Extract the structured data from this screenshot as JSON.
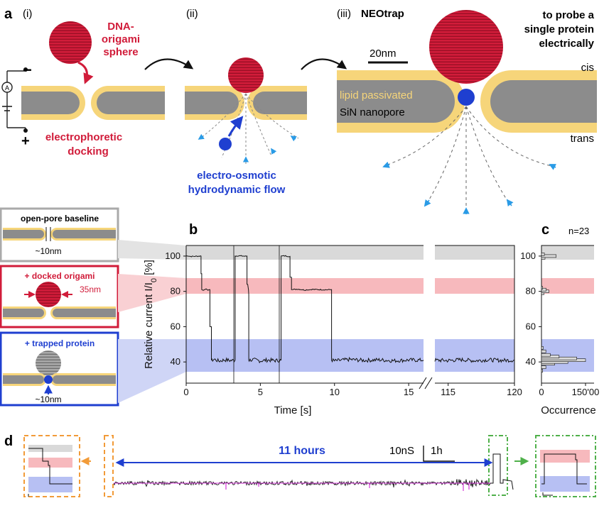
{
  "panel_a": {
    "letter": "a",
    "step_i": "(i)",
    "step_ii": "(ii)",
    "step_iii": "(iii)",
    "neotrap": "NEOtrap",
    "dna_line1": "DNA-",
    "dna_line2": "origami",
    "dna_line3": "sphere",
    "electrophoretic_line1": "electrophoretic",
    "electrophoretic_line2": "docking",
    "eo_line1": "electro-osmotic",
    "eo_line2": "hydrodynamic flow",
    "probe_line1": "to probe a",
    "probe_line2": "single protein",
    "probe_line3": "electrically",
    "cis": "cis",
    "trans": "trans",
    "scale_bar": "20nm",
    "lipid": "lipid passivated",
    "sin": "SiN nanopore",
    "minus": "−",
    "plus": "+",
    "ammeter": "A"
  },
  "insets": {
    "open_pore": "open-pore baseline",
    "open_size": "~10nm",
    "docked": "+ docked origami",
    "docked_size": "35nm",
    "trapped": "+ trapped protein",
    "trapped_size": "~10nm"
  },
  "chart_data": [
    {
      "type": "line",
      "panel": "b",
      "xlabel": "Time [s]",
      "ylabel": "Relative current I/I0 [%]",
      "ylabel_main": "Relative current I/I",
      "ylabel_sub": "0",
      "ylabel_tail": " [%]",
      "xticks_left": [
        "0",
        "5",
        "10",
        "15"
      ],
      "xticks_right": [
        "115",
        "120"
      ],
      "yticks": [
        "40",
        "60",
        "80",
        "100"
      ],
      "ylim": [
        28,
        106
      ],
      "levels": [
        {
          "name": "open-pore baseline",
          "value": 100
        },
        {
          "name": "docked origami",
          "value": 81
        },
        {
          "name": "trapped protein",
          "value": 41
        }
      ],
      "series": [
        {
          "x": [
            0,
            0.1,
            0.3,
            1.0,
            1.05,
            1.1,
            1.15,
            1.3,
            1.4,
            1.6,
            1.7,
            1.72,
            1.9,
            2.2,
            2.6,
            3.0,
            3.3
          ],
          "y": [
            100,
            100.2,
            99.8,
            100,
            90,
            81,
            80.5,
            81.5,
            80.8,
            81,
            60,
            41,
            41.5,
            40.5,
            41.2,
            40.8,
            41
          ]
        },
        {
          "x": [
            3.3,
            3.35,
            3.5,
            4.0,
            4.1,
            4.15,
            4.2,
            4.22,
            4.25,
            4.5,
            5.0,
            5.5,
            6.0,
            6.4
          ],
          "y": [
            41,
            100,
            100.2,
            99.9,
            100,
            84,
            81,
            78,
            41,
            41.3,
            40.6,
            41.1,
            40.8,
            41
          ]
        },
        {
          "x": [
            6.4,
            6.45,
            6.7,
            7.0,
            7.1,
            7.2,
            7.5,
            8.0,
            8.5,
            9.0,
            9.5,
            9.8,
            9.85,
            10.0,
            11.0,
            12.0,
            13.0,
            14.0,
            15.0,
            16.0
          ],
          "y": [
            41,
            100,
            100.1,
            99.8,
            88,
            81,
            81.3,
            80.8,
            81.1,
            81,
            80.9,
            81,
            41,
            40.6,
            41.4,
            40.9,
            41.2,
            40.7,
            41.1,
            41
          ]
        },
        {
          "x": [
            114,
            115,
            116,
            117,
            118,
            119,
            120
          ],
          "y": [
            41,
            40.8,
            41.3,
            40.7,
            41.2,
            40.9,
            41
          ]
        }
      ]
    },
    {
      "type": "bar",
      "panel": "c",
      "n_label": "n=23",
      "xlabel": "Occurrence",
      "xticks": [
        "0",
        "150'00"
      ],
      "yticks": [
        "40",
        "60",
        "80",
        "100"
      ],
      "categories": [
        35,
        37,
        39,
        40,
        41,
        42,
        43,
        44,
        46,
        48,
        79,
        80,
        81,
        82,
        99,
        100,
        101
      ],
      "values": [
        400,
        1500,
        4500,
        9000,
        15000,
        12000,
        6000,
        3000,
        1500,
        600,
        900,
        2500,
        1600,
        400,
        1200,
        5000,
        1000
      ]
    },
    {
      "type": "line",
      "panel": "d",
      "title": "11 hours",
      "scale_x": "1h",
      "scale_y": "10nS"
    }
  ],
  "panel_d": {
    "letter": "d",
    "hours": "11 hours",
    "scale_g": "10nS",
    "scale_t": "1h"
  },
  "colors": {
    "red": "#d11c3a",
    "blue": "#1f3fd0",
    "lipid": "#f6d57a",
    "grey_band": "#d9d9d9",
    "pink_band": "#f7b9bd",
    "blue_band": "#b7c0f3",
    "orange": "#f29b38",
    "green": "#4fb04a",
    "magenta": "#d63ad9"
  }
}
